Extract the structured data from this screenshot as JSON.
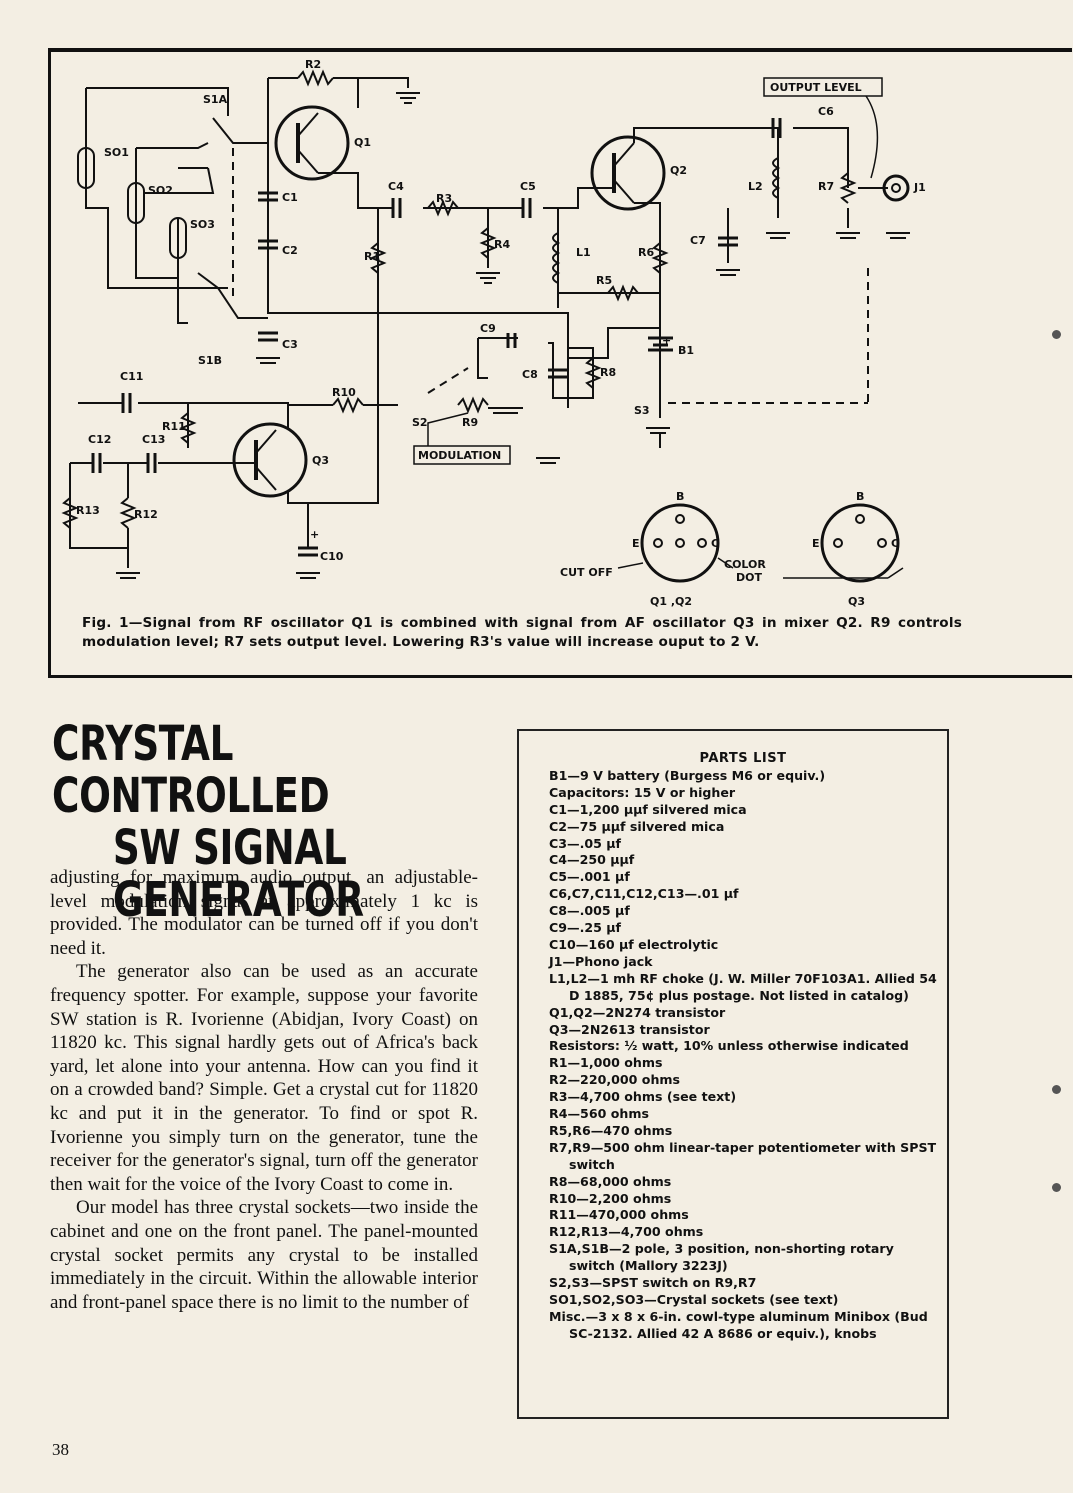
{
  "figure": {
    "labels": {
      "r2": "R2",
      "s1a": "S1A",
      "q1": "Q1",
      "so1": "SO1",
      "so2": "SO2",
      "so3": "SO3",
      "c1": "C1",
      "c2": "C2",
      "c3": "C3",
      "r1": "R1",
      "s1b": "S1B",
      "c4": "C4",
      "r3": "R3",
      "c5": "C5",
      "r4": "R4",
      "l1": "L1",
      "q2": "Q2",
      "r6": "R6",
      "r5": "R5",
      "c7": "C7",
      "l2": "L2",
      "r7": "R7",
      "c6": "C6",
      "j1": "J1",
      "output_level": "OUTPUT LEVEL",
      "c9": "C9",
      "c8": "C8",
      "r8": "R8",
      "b1": "B1",
      "s3": "S3",
      "c11": "C11",
      "r10": "R10",
      "s2": "S2",
      "r9": "R9",
      "modulation": "MODULATION",
      "r11": "R11",
      "c12": "C12",
      "c13": "C13",
      "q3": "Q3",
      "r13": "R13",
      "r12": "R12",
      "c10": "C10",
      "pin_b": "B",
      "pin_e": "E",
      "pin_c": "C",
      "cut_off": "CUT OFF",
      "color_dot_1": "COLOR",
      "color_dot_2": "DOT",
      "q1q2": "Q1 ,Q2",
      "q3b": "Q3",
      "plus": "+"
    },
    "caption": "Fig. 1—Signal from RF oscillator Q1 is combined with signal from AF oscillator Q3 in mixer Q2. R9 controls modulation level; R7 sets output level. Lowering R3's value will increase ouput to 2 V."
  },
  "article": {
    "title_line1": "CRYSTAL CONTROLLED",
    "title_line2": "SW SIGNAL GENERATOR",
    "paragraphs": [
      "adjusting for maximum audio output, an adjustable-level modulation signal at approximately 1 kc is provided. The modulator can be turned off if you don't need it.",
      "The generator also can be used as an accurate frequency spotter. For example, suppose your favorite SW station is R. Ivorienne (Abidjan, Ivory Coast) on 11820 kc. This signal hardly gets out of Africa's back yard, let alone into your antenna. How can you find it on a crowded band? Simple. Get a crystal cut for 11820 kc and put it in the generator. To find or spot R. Ivorienne you simply turn on the generator, tune the receiver for the generator's signal, turn off the generator then wait for the voice of the Ivory Coast to come in.",
      "Our model has three crystal sockets—two inside the cabinet and one on the front panel. The panel-mounted crystal socket permits any crystal to be installed immediately in the circuit. Within the allowable interior and front-panel space there is no limit to the number of"
    ],
    "page_number": "38"
  },
  "parts_list": {
    "title": "PARTS LIST",
    "items": [
      "B1—9 V battery (Burgess M6 or equiv.)",
      "Capacitors: 15 V or higher",
      "C1—1,200 μμf silvered mica",
      "C2—75 μμf silvered mica",
      "C3—.05 μf",
      "C4—250 μμf",
      "C5—.001 μf",
      "C6,C7,C11,C12,C13—.01 μf",
      "C8—.005 μf",
      "C9—.25 μf",
      "C10—160 μf electrolytic",
      "J1—Phono jack",
      "L1,L2—1 mh RF choke (J. W. Miller 70F103A1. Allied 54 D 1885, 75¢ plus postage. Not listed in catalog)",
      "Q1,Q2—2N274 transistor",
      "Q3—2N2613 transistor",
      "Resistors: ½ watt, 10% unless otherwise indicated",
      "R1—1,000 ohms",
      "R2—220,000 ohms",
      "R3—4,700 ohms (see text)",
      "R4—560 ohms",
      "R5,R6—470 ohms",
      "R7,R9—500 ohm linear-taper potentiometer with SPST switch",
      "R8—68,000 ohms",
      "R10—2,200 ohms",
      "R11—470,000 ohms",
      "R12,R13—4,700 ohms",
      "S1A,S1B—2 pole, 3 position, non-shorting rotary switch (Mallory 3223J)",
      "S2,S3—SPST switch on R9,R7",
      "SO1,SO2,SO3—Crystal sockets (see text)",
      "Misc.—3 x 8 x 6-in. cowl-type aluminum Minibox (Bud SC-2132. Allied 42 A 8686 or equiv.), knobs"
    ]
  }
}
